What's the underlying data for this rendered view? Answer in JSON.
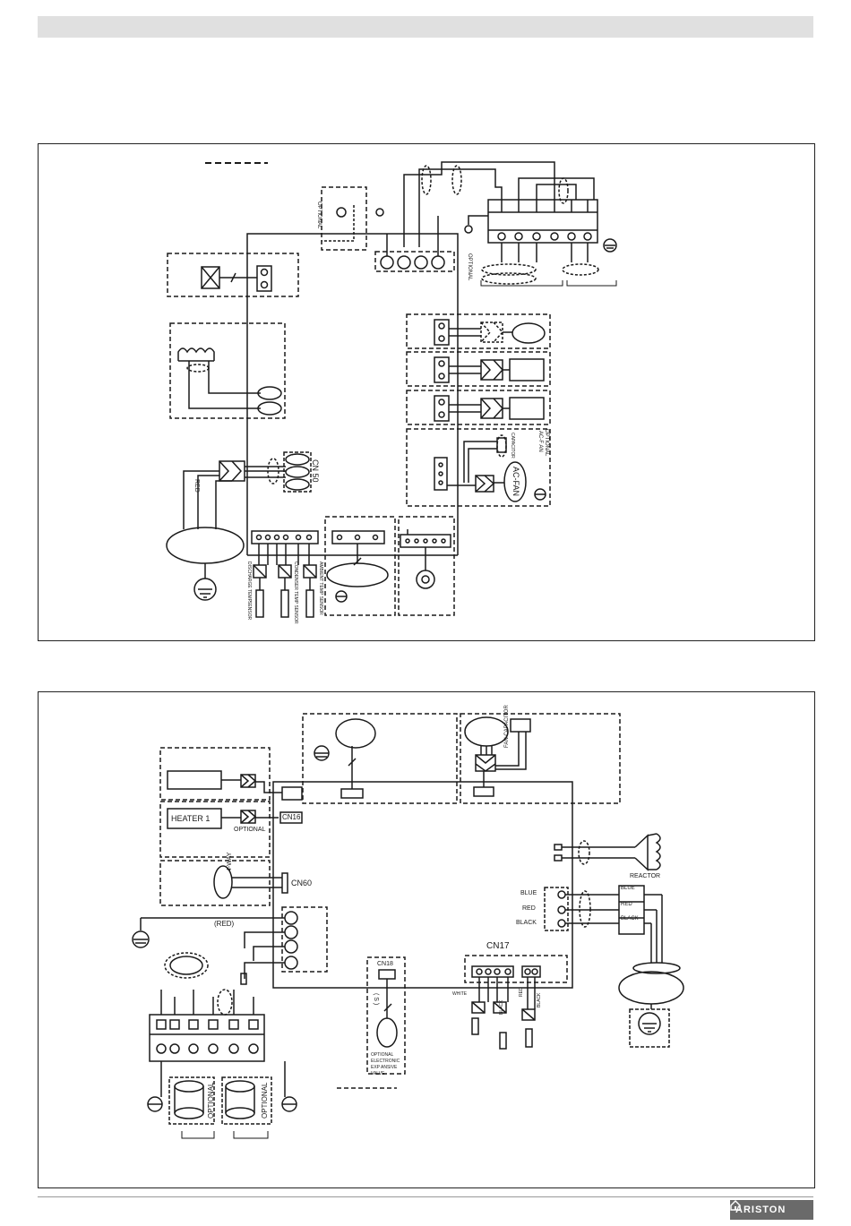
{
  "brand": {
    "name": "ARISTON"
  },
  "diagram1": {
    "labels": {
      "optional_top": "OPTIONAL",
      "optional_side": "OPTIONAL",
      "cn50": "CN 50",
      "red": "RED",
      "ac_fan": "AC-FAN",
      "optional_acf": "OPTIONAL",
      "acf_an": "AC-F AN",
      "capacitor": "CAPACITOR",
      "discharge_temp": "DISCHARGE TEMP",
      "discharge_sensor": "SENSOR",
      "condenser_temp_sensor": "CONDENSER TEMP SENSOR",
      "ambient_temp_sensor": "AMBIENT TEMP SENSOR"
    }
  },
  "diagram2": {
    "labels": {
      "heater1": "HEATER 1",
      "optional_heater": "OPTIONAL",
      "cn16": "CN16",
      "cn60": "CN60",
      "four_way": "4-WAY",
      "red_paren": "(RED)",
      "cn18": "CN18",
      "cn17": "CN17",
      "reactor": "REACTOR",
      "blue_l": "BLUE",
      "red_l": "RED",
      "black_l": "BLACK",
      "blue_r": "BLUE",
      "red_r": "RED",
      "black_r": "BLACK",
      "white": "WHITE",
      "black_sensor": "BLACK",
      "red_sensor": "RED",
      "black_sensor2": "BLACK",
      "fan_capacitor": "FAN CAPACITOR",
      "optional_left": "OPTIONAL",
      "optional_right": "OPTIONAL",
      "exp_valve_1": "OPTIONAL",
      "exp_valve_2": "ELECTRONIC",
      "exp_valve_3": "EXP ANSIVE",
      "exp_valve_4": "VALVE",
      "s_label": "( S )"
    }
  }
}
